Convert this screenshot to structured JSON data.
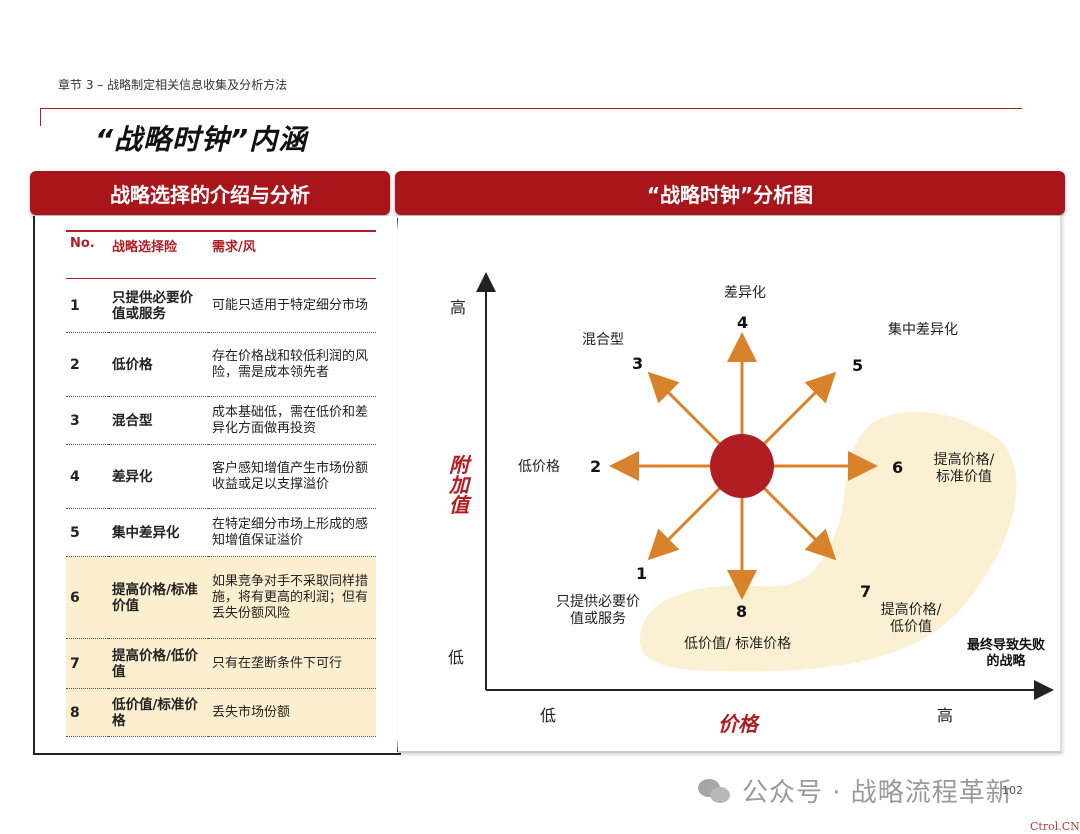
{
  "chapter": "章节 3 – 战略制定相关信息收集及分析方法",
  "title": "“战略时钟”内涵",
  "left_header": "战略选择的介绍与分析",
  "right_header": "“战略时钟”分析图",
  "table": {
    "headers": [
      "No.",
      "战略选择险",
      "需求/风"
    ],
    "rows": [
      {
        "no": "1",
        "name": "只提供必要价值或服务",
        "desc": "可能只适用于特定细分市场",
        "highlight": false
      },
      {
        "no": "2",
        "name": "低价格",
        "desc": "存在价格战和较低利润的风险，需是成本领先者",
        "highlight": false
      },
      {
        "no": "3",
        "name": "混合型",
        "desc": "成本基础低，需在低价和差异化方面做再投资",
        "highlight": false
      },
      {
        "no": "4",
        "name": "差异化",
        "desc": "客户感知增值产生市场份额收益或足以支撑溢价",
        "highlight": false
      },
      {
        "no": "5",
        "name": "集中差异化",
        "desc": "在特定细分市场上形成的感知增值保证溢价",
        "highlight": false
      },
      {
        "no": "6",
        "name": "提高价格/标准价值",
        "desc": "如果竞争对手不采取同样措施，将有更高的利润；但有丢失份额风险",
        "highlight": true
      },
      {
        "no": "7",
        "name": "提高价格/低价值",
        "desc": "只有在垄断条件下可行",
        "highlight": true
      },
      {
        "no": "8",
        "name": "低价值/标准价格",
        "desc": "丢失市场份额",
        "highlight": true
      }
    ]
  },
  "diagram": {
    "y_high": "高",
    "y_low": "低",
    "x_low": "低",
    "x_high": "高",
    "y_axis_label": "附加值",
    "x_axis_label": "价格",
    "points": [
      {
        "num": "1",
        "label": "只提供必要价值或服务"
      },
      {
        "num": "2",
        "label": "低价格"
      },
      {
        "num": "3",
        "label": "混合型"
      },
      {
        "num": "4",
        "label": "差异化"
      },
      {
        "num": "5",
        "label": "集中差异化"
      },
      {
        "num": "6",
        "label": "提高价格/标准价值"
      },
      {
        "num": "7",
        "label": "提高价格/低价值"
      },
      {
        "num": "8",
        "label": "低价值/ 标准价格"
      }
    ],
    "final_note": "最终导致失败的战略",
    "colors": {
      "accent": "#b01e23",
      "arrow": "#d9822b",
      "hub": "#b01e23",
      "zone": "#fbefcf"
    }
  },
  "watermark": "公众号 · 战略流程革新",
  "page_number": "102",
  "corner_text": "Ctrol.CN"
}
